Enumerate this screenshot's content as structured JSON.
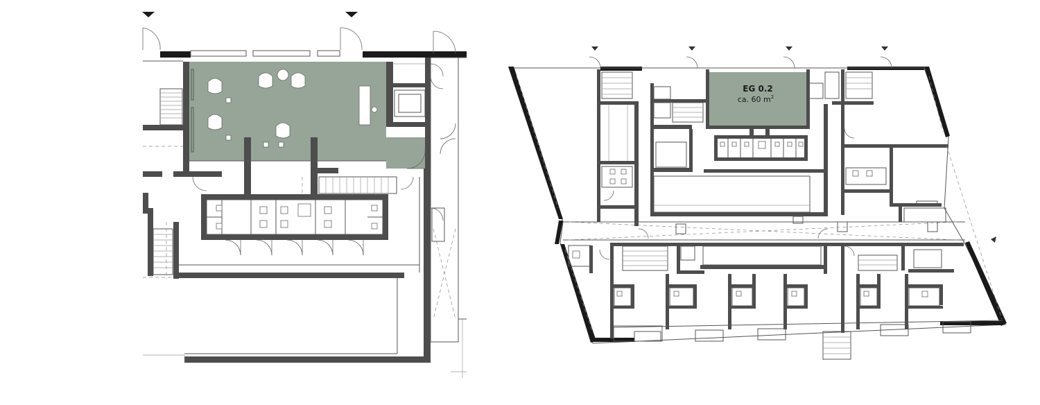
{
  "room": {
    "code": "EG 0.2",
    "area_prefix": "ca. 60 m",
    "area_sup": "2"
  },
  "colors": {
    "highlight": "#96a598",
    "wall": "#4d4d4d",
    "line": "#555555"
  },
  "icons": {
    "entrance_marker": "triangle-down"
  }
}
